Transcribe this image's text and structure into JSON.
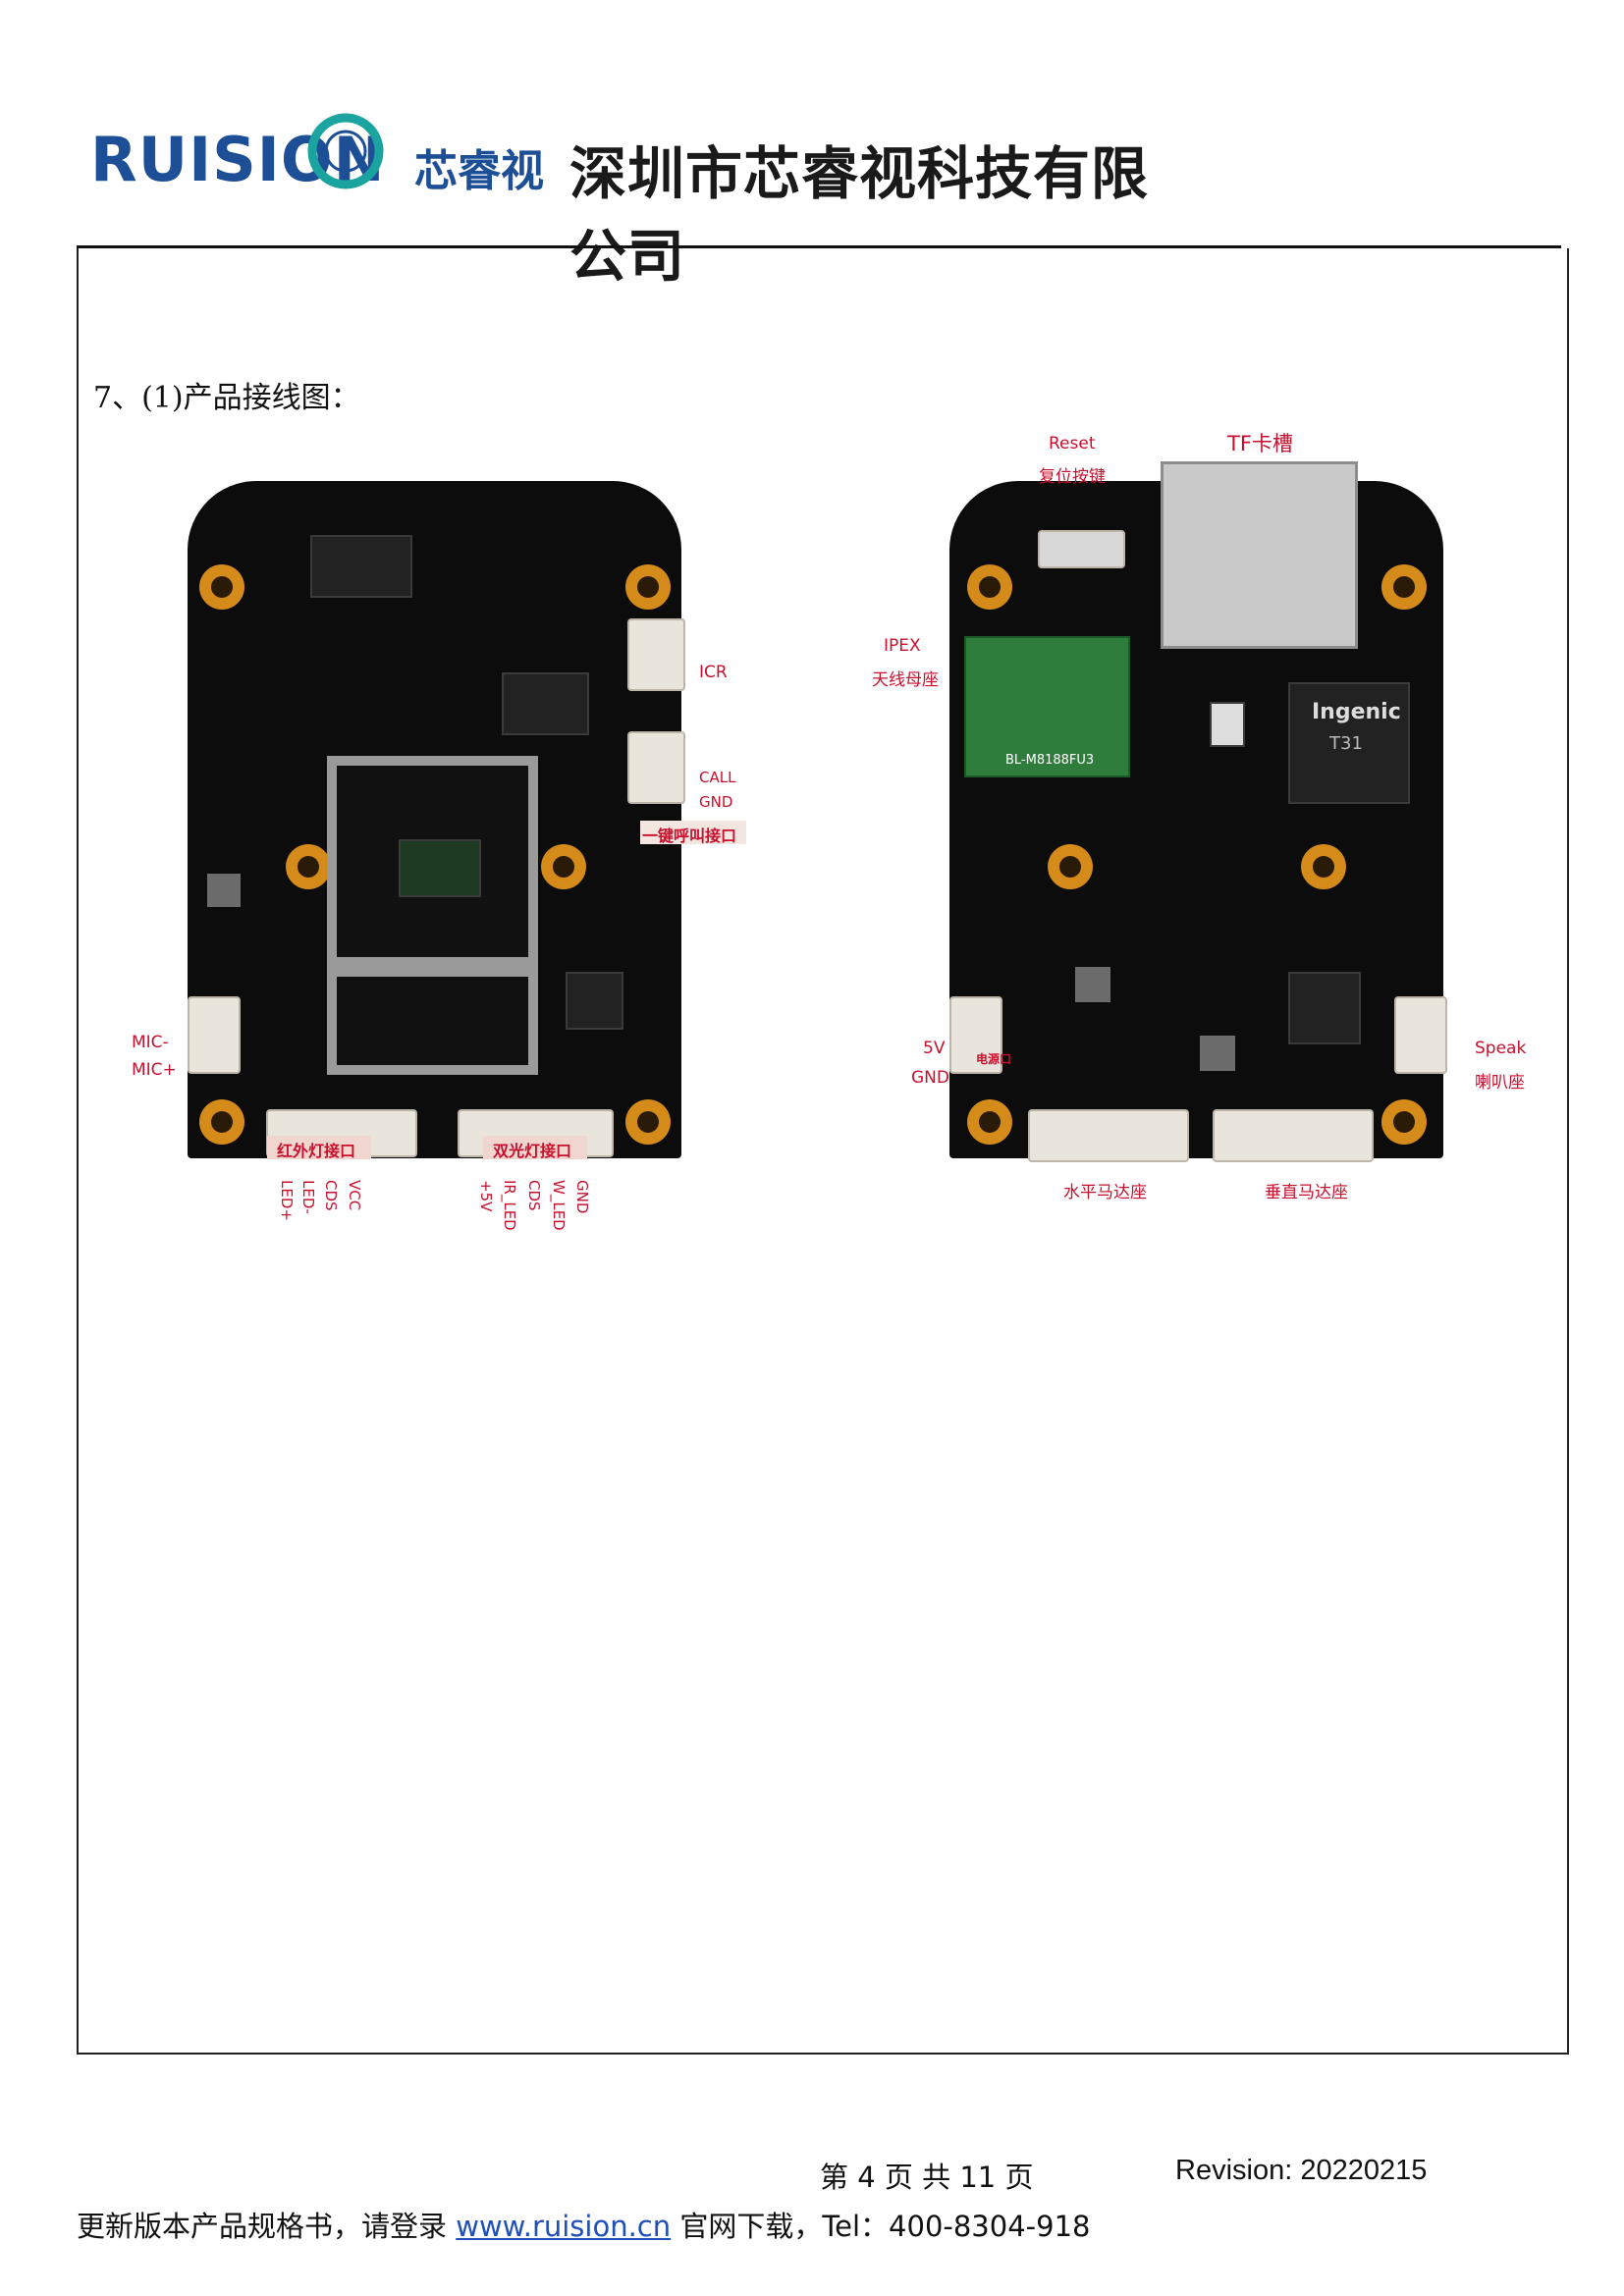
{
  "header": {
    "logo_latin": "RUISION",
    "logo_cn": "芯睿视",
    "company_name": "深圳市芯睿视科技有限公司"
  },
  "section": {
    "title": "7、(1)产品接线图："
  },
  "board_front": {
    "labels": {
      "icr": "ICR",
      "call": "CALL",
      "gnd": "GND",
      "one_key_call": "一键呼叫接口",
      "mic_minus": "MIC-",
      "mic_plus": "MIC+",
      "ir_led_port": "红外灯接口",
      "dual_light_port": "双光灯接口"
    },
    "ir_pins": [
      "LED+",
      "LED-",
      "CDS",
      "VCC"
    ],
    "dual_pins": [
      "+5V",
      "IR_LED",
      "CDS",
      "W_LED",
      "GND"
    ]
  },
  "board_back": {
    "labels": {
      "reset": "Reset",
      "reset_cn": "复位按键",
      "tf_slot": "TF卡槽",
      "ipex": "IPEX",
      "ipex_cn": "天线母座",
      "v5": "5V",
      "gnd": "GND",
      "power_port": "电源口",
      "speak": "Speak",
      "speaker_cn": "喇叭座",
      "horizontal_motor": "水平马达座",
      "vertical_motor": "垂直马达座",
      "wifi_module": "BL-M8188FU3",
      "soc": "Ingenic",
      "soc_model": "T31"
    }
  },
  "footer": {
    "page_text": "第 4 页 共 11 页",
    "revision": "Revision: 20220215",
    "download_prefix": "更新版本产品规格书，请登录",
    "website": "www.ruision.cn",
    "download_suffix": "官网下载，Tel：400-8304-918"
  }
}
